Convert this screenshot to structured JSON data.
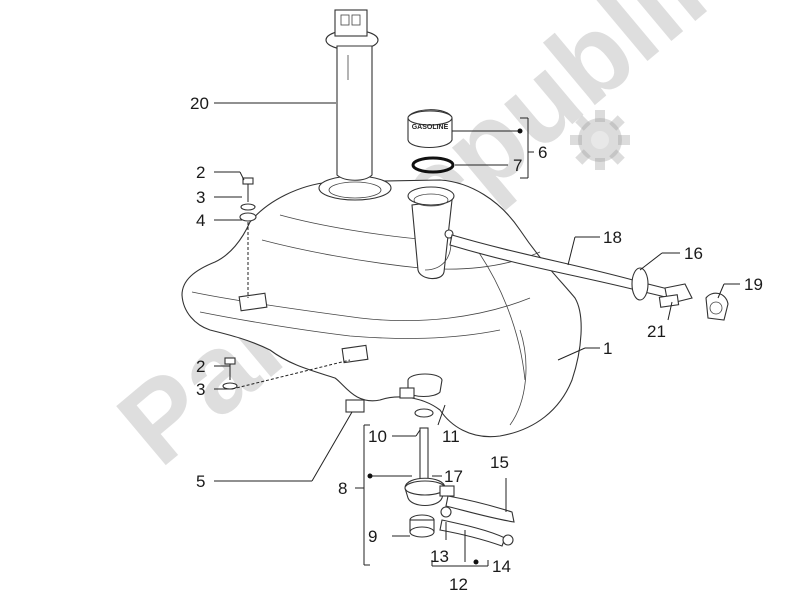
{
  "watermark": {
    "text": "PartsRepublik",
    "color": "#9a9a9a"
  },
  "fuel_cap": {
    "text": "GASOLINE"
  },
  "callouts": [
    {
      "id": "c20",
      "text": "20"
    },
    {
      "id": "c2a",
      "text": "2"
    },
    {
      "id": "c3a",
      "text": "3"
    },
    {
      "id": "c4",
      "text": "4"
    },
    {
      "id": "c6",
      "text": "6"
    },
    {
      "id": "c7",
      "text": "7"
    },
    {
      "id": "c18",
      "text": "18"
    },
    {
      "id": "c16",
      "text": "16"
    },
    {
      "id": "c19",
      "text": "19"
    },
    {
      "id": "c21",
      "text": "21"
    },
    {
      "id": "c1",
      "text": "1"
    },
    {
      "id": "c2b",
      "text": "2"
    },
    {
      "id": "c3b",
      "text": "3"
    },
    {
      "id": "c5",
      "text": "5"
    },
    {
      "id": "c10",
      "text": "10"
    },
    {
      "id": "c11",
      "text": "11"
    },
    {
      "id": "c8",
      "text": "8"
    },
    {
      "id": "c17",
      "text": "17"
    },
    {
      "id": "c15",
      "text": "15"
    },
    {
      "id": "c9",
      "text": "9"
    },
    {
      "id": "c13",
      "text": "13"
    },
    {
      "id": "c14",
      "text": "14"
    },
    {
      "id": "c12",
      "text": "12"
    }
  ]
}
